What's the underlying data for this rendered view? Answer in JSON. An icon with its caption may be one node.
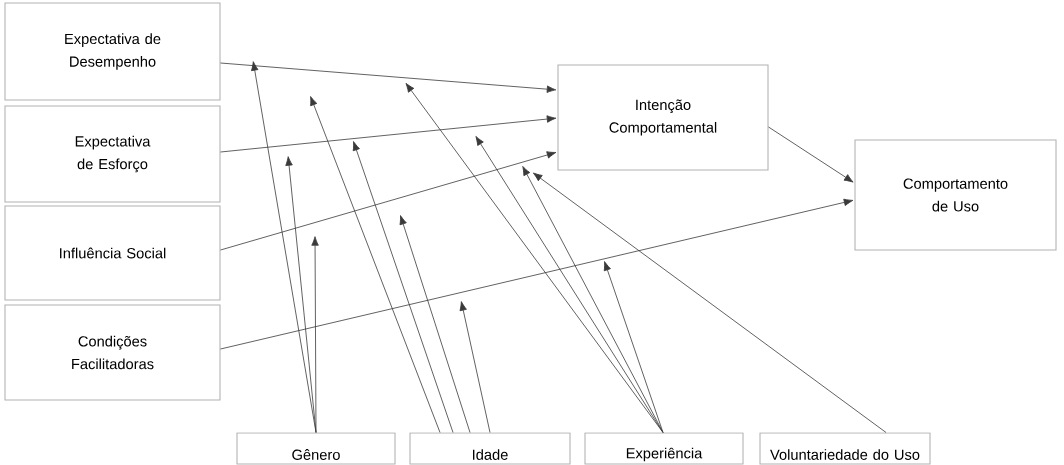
{
  "diagram": {
    "nodes": [
      {
        "text": [
          "Expectativa de Desempenho"
        ]
      },
      {
        "text": [
          "Expectativa de Esforço"
        ]
      },
      {
        "text": [
          "Influência Social"
        ]
      },
      {
        "text": [
          "Condições Facilitadoras"
        ]
      },
      {
        "text": [
          "Intenção Comportamental"
        ]
      },
      {
        "text": [
          "Comportamento de Uso"
        ]
      },
      {
        "text": [
          "Gênero"
        ]
      },
      {
        "text": [
          "Idade"
        ]
      },
      {
        "text": [
          "Experiência"
        ]
      },
      {
        "text": [
          "Voluntariedade do Uso"
        ]
      }
    ],
    "edges": [
      {
        "from": 0,
        "to": 4,
        "arrow": "to"
      },
      {
        "from": 1,
        "to": 4,
        "arrow": "to"
      },
      {
        "from": 2,
        "to": 4,
        "arrow": "to"
      },
      {
        "from": 3,
        "to": 5,
        "arrow": "to"
      },
      {
        "from": 4,
        "to": 5,
        "arrow": "to"
      },
      {
        "from": 6,
        "to": null,
        "arrow": "to"
      },
      {
        "from": 6,
        "to": null,
        "arrow": "to"
      },
      {
        "from": 6,
        "to": null,
        "arrow": "to"
      },
      {
        "from": 7,
        "to": null,
        "arrow": "to"
      },
      {
        "from": 7,
        "to": null,
        "arrow": "to"
      },
      {
        "from": 7,
        "to": null,
        "arrow": "to"
      },
      {
        "from": 7,
        "to": null,
        "arrow": "to"
      },
      {
        "from": 8,
        "to": null,
        "arrow": "to"
      },
      {
        "from": 8,
        "to": null,
        "arrow": "to"
      },
      {
        "from": 8,
        "to": null,
        "arrow": "to"
      },
      {
        "from": 8,
        "to": null,
        "arrow": "to"
      },
      {
        "from": 9,
        "to": null,
        "arrow": "to"
      }
    ]
  }
}
